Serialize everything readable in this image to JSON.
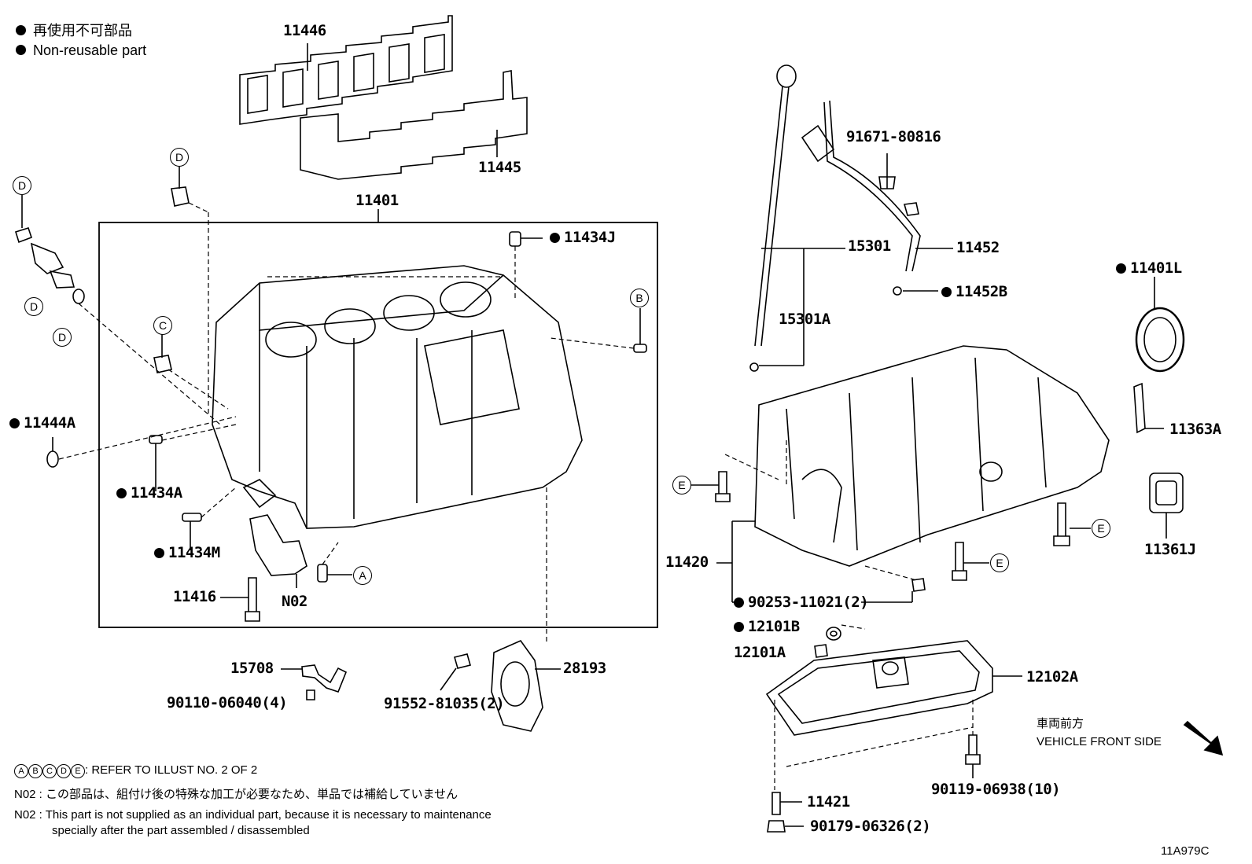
{
  "legend": {
    "jp": "再使用不可部品",
    "en": "Non-reusable part"
  },
  "parts": {
    "p11446": "11446",
    "p11445": "11445",
    "p11401": "11401",
    "p11434J": "11434J",
    "p11444A": "11444A",
    "p11434A": "11434A",
    "p11434M": "11434M",
    "p11416": "11416",
    "pN02": "N02",
    "p15708": "15708",
    "p90110": "90110-06040(4)",
    "p91552": "91552-81035(2)",
    "p28193": "28193",
    "p91671": "91671-80816",
    "p15301": "15301",
    "p11452": "11452",
    "p11452B": "11452B",
    "p15301A": "15301A",
    "p11401L": "11401L",
    "p11363A": "11363A",
    "p11361J": "11361J",
    "p11420": "11420",
    "p90253": "90253-11021(2)",
    "p12101B": "12101B",
    "p12101A": "12101A",
    "p12102A": "12102A",
    "p90119": "90119-06938(10)",
    "p11421": "11421",
    "p90179": "90179-06326(2)"
  },
  "refs": {
    "A": "A",
    "B": "B",
    "C": "C",
    "D": "D",
    "E": "E"
  },
  "notes": {
    "refer": ": REFER TO ILLUST NO. 2 OF 2",
    "n02_jp": "N02 : この部品は、組付け後の特殊な加工が必要なため、単品では補給していません",
    "n02_en1": "N02 : This part is not supplied as an individual part, because it is necessary to maintenance",
    "n02_en2": "specially after the part assembled / disassembled"
  },
  "front": {
    "jp": "車両前方",
    "en": "VEHICLE FRONT SIDE"
  },
  "illust_code": "11A979C"
}
